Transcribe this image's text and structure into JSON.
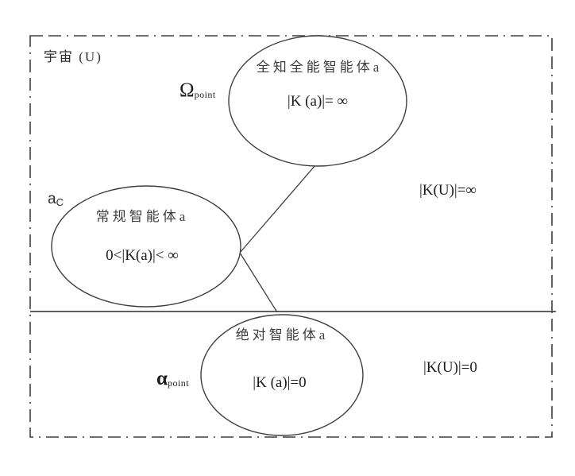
{
  "canvas": {
    "background_color": "#ffffff",
    "line_color": "#3f3f3f",
    "text_color": "#1c1c1c"
  },
  "universe": {
    "label": "宇宙 (U)",
    "upper_region_formula": "|K(U)|=∞",
    "lower_region_formula": "|K(U)|=0"
  },
  "ellipses": {
    "omniscient": {
      "title": "全知全能智能体a",
      "formula": "|K (a)|= ∞",
      "point_label": {
        "symbol": "Ω",
        "subscript": "point"
      }
    },
    "regular": {
      "title": "常规智能体a",
      "formula": "0<|K(a)|< ∞",
      "point_label": {
        "symbol": "a",
        "subscript": "C"
      }
    },
    "absolute": {
      "title": "绝对智能体a",
      "formula": "|K (a)|=0",
      "point_label": {
        "symbol": "α",
        "subscript": "point"
      }
    }
  }
}
